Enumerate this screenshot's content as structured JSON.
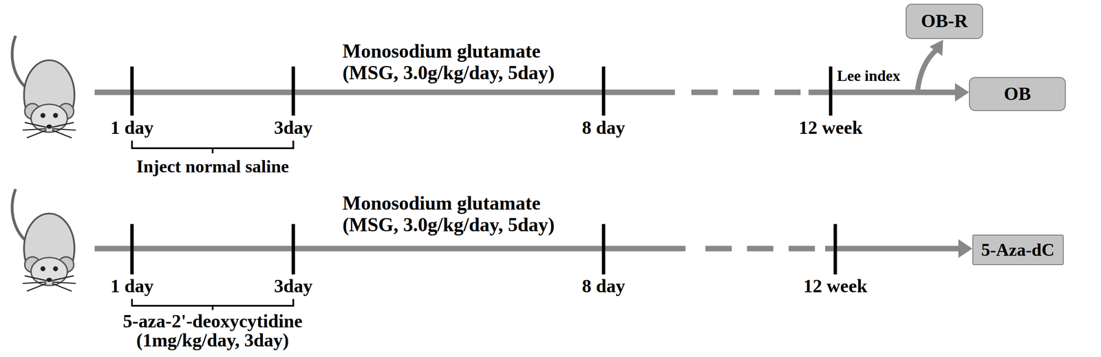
{
  "diagram": {
    "nodes": [
      {
        "text": [
          "OB-R"
        ]
      },
      {
        "text": [
          "OB"
        ]
      },
      {
        "text": [
          "5-Aza-dC"
        ]
      }
    ],
    "labels": [
      "Monosodium glutamate (MSG, 3.0g/kg/day, 5day)",
      "1 day",
      "3day",
      "8 day",
      "12 week",
      "Lee index",
      "Inject normal saline",
      "Monosodium glutamate (MSG, 3.0g/kg/day, 5day)",
      "1 day",
      "3day",
      "8 day",
      "12 week",
      "5-aza-2'-deoxycytidine (1mg/kg/day, 3day)"
    ]
  }
}
